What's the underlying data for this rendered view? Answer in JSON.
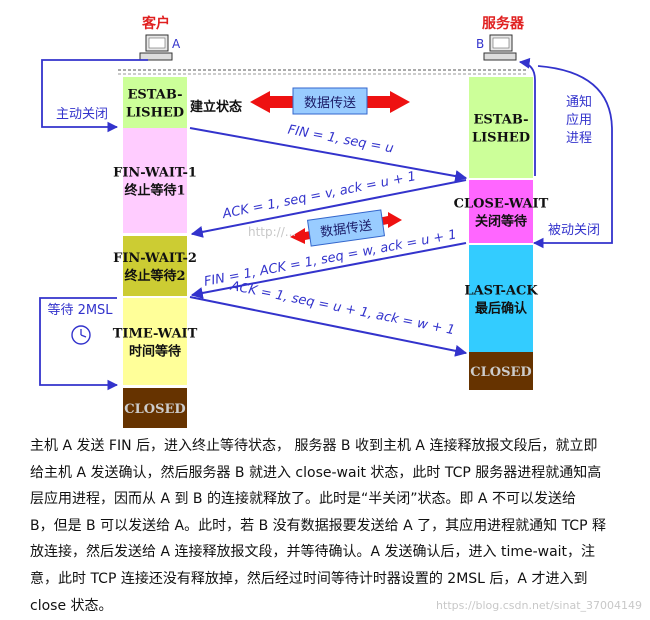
{
  "labels": {
    "client": "客户",
    "server": "服务器",
    "host_a": "A",
    "host_b": "B",
    "active_close": "主动关闭",
    "notify_app": [
      "通知",
      "应用",
      "进程"
    ],
    "passive_close": "被动关闭",
    "wait_2msl": "等待 2MSL",
    "established_banner": "建立状态",
    "data_transfer_1": "数据传送",
    "data_transfer_2": "数据传送"
  },
  "client_states": [
    {
      "lines": [
        "ESTAB-",
        "LISHED"
      ],
      "color": "#ccff99"
    },
    {
      "lines": [
        "FIN-WAIT-1",
        "终止等待1"
      ],
      "color": "#ffccff"
    },
    {
      "lines": [
        "FIN-WAIT-2",
        "终止等待2"
      ],
      "color": "#cccc33"
    },
    {
      "lines": [
        "TIME-WAIT",
        "时间等待"
      ],
      "color": "#ffff99"
    },
    {
      "lines": [
        "CLOSED"
      ],
      "color": "#663300"
    }
  ],
  "server_states": [
    {
      "lines": [
        "ESTAB-",
        "LISHED"
      ],
      "color": "#ccff99"
    },
    {
      "lines": [
        "CLOSE-WAIT",
        "关闭等待"
      ],
      "color": "#ff66ff"
    },
    {
      "lines": [
        "LAST-ACK",
        "最后确认"
      ],
      "color": "#33ccff"
    },
    {
      "lines": [
        "CLOSED"
      ],
      "color": "#663300"
    }
  ],
  "segments": [
    {
      "text": "FIN = 1, seq = u"
    },
    {
      "text": "ACK = 1, seq = v, ack = u + 1"
    },
    {
      "text": "FIN = 1, ACK = 1, seq = w, ack = u + 1"
    },
    {
      "text": "ACK = 1, seq = u + 1, ack = w + 1"
    }
  ],
  "diagram_watermark": "http://...",
  "paragraph_lines": [
    "主机 A 发送 FIN 后，进入终止等待状态， 服务器 B 收到主机 A 连接释放报文段后，就立即",
    "给主机 A 发送确认，然后服务器 B 就进入 close-wait 状态，此时 TCP 服务器进程就通知高",
    "层应用进程，因而从 A 到 B 的连接就释放了。此时是“半关闭”状态。即 A 不可以发送给",
    "B，但是 B 可以发送给 A。此时，若 B 没有数据报要发送给 A 了，其应用进程就通知 TCP 释",
    "放连接，然后发送给 A 连接释放报文段，并等待确认。A 发送确认后，进入 time-wait，注",
    "意，此时 TCP 连接还没有释放掉，然后经过时间等待计时器设置的 2MSL 后，A 才进入到",
    "close 状态。"
  ],
  "watermark": "https://blog.csdn.net/sinat_37004149",
  "colors": {
    "arrow_blue": "#3333cc",
    "title_red": "#e02020",
    "banner_red": "#ee1111",
    "banner_box": "#99ccff",
    "closed_text": "#cccccc"
  }
}
